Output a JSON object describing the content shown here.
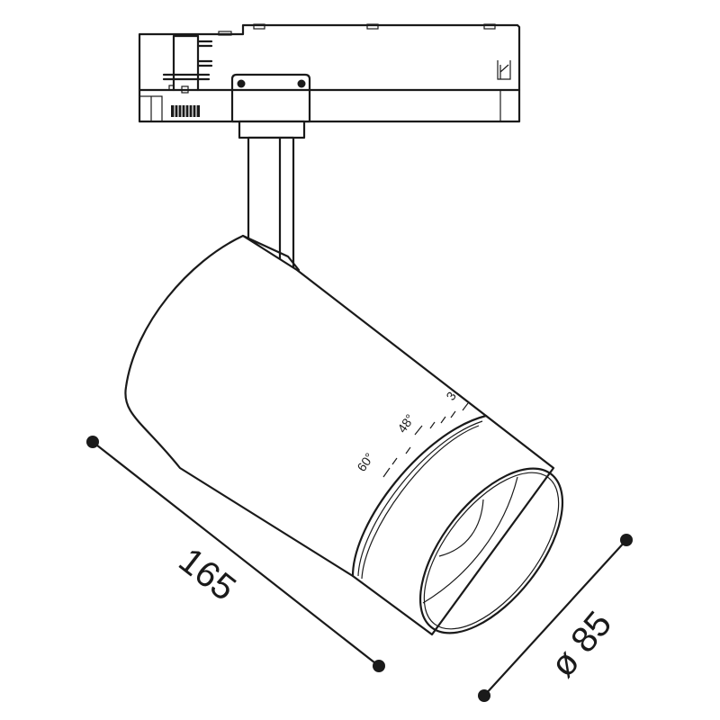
{
  "drawing": {
    "subject": "Track spotlight technical dimension drawing",
    "line_color": "#1a1a1a",
    "background": "#ffffff"
  },
  "dimensions": {
    "length": {
      "label": "165",
      "value": 165
    },
    "diameter": {
      "label": "ø 85",
      "value": 85
    }
  },
  "beam_angle_scale": {
    "labels": [
      "60°",
      "48°",
      "3"
    ]
  }
}
